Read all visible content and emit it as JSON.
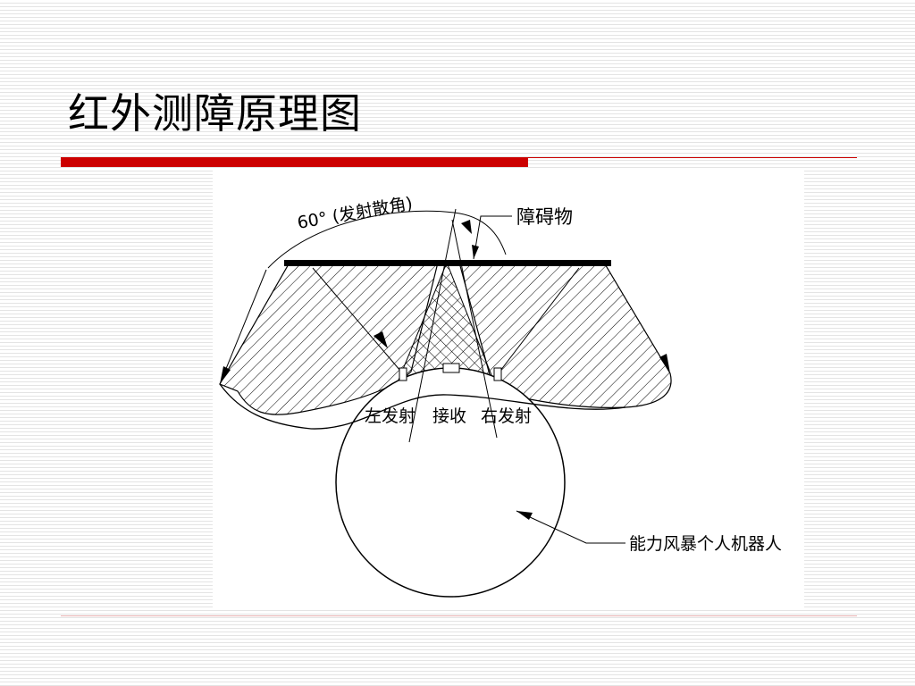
{
  "slide": {
    "title": "红外测障原理图",
    "accent_color": "#cc0000"
  },
  "diagram": {
    "labels": {
      "angle": "60° (发射散角)",
      "obstacle": "障碍物",
      "left_emitter": "左发射",
      "receiver": "接收",
      "right_emitter": "右发射",
      "robot": "能力风暴个人机器人"
    }
  }
}
